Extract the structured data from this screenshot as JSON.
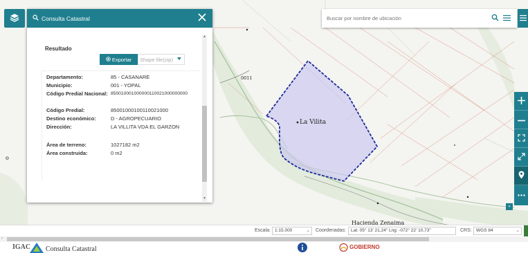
{
  "panel": {
    "title": "Consulta Catastral",
    "result_title": "Resultado",
    "export_label": "Exportar",
    "format_selected": "Shape file(zip)",
    "rows": [
      {
        "key": "Departamento:",
        "value": "85 - CASANARE"
      },
      {
        "key": "Municipio:",
        "value": "001 - YOPAL"
      },
      {
        "key": "Código Predial Nacional:",
        "value": "850010001000000110021000000000"
      },
      {
        "key": "Código Predial:",
        "value": "85001000100110021000"
      },
      {
        "key": "Destino económico:",
        "value": "D - AGROPECUARIO"
      },
      {
        "key": "Dirección:",
        "value": "LA VILLITA VDA EL GARZON"
      },
      {
        "key": "Área de terreno:",
        "value": "1027182 m2"
      },
      {
        "key": "Área construida:",
        "value": "0 m2"
      }
    ]
  },
  "search": {
    "placeholder": "Buscar por nombre de ubicación"
  },
  "map": {
    "labels": {
      "parcel": "La Vilita",
      "road": "0011",
      "hacienda": "Hacienda Zenaima",
      "edge": "o"
    },
    "parcel_color": "#1e2a9c",
    "parcel_fill": "#c9c6f0"
  },
  "status": {
    "scale_label": "Escala:",
    "scale_value": "1:15.000",
    "coord_label": "Coordenadas:",
    "coord_value": "Lat: 05° 13' 21,24\" Lng: -072° 22' 10,73\"",
    "crs_label": "CRS:",
    "crs_value": "WGS 84"
  },
  "footer": {
    "igac": "IGAC",
    "title": "Consulta Catastral",
    "gobierno": "GOBIERNO"
  },
  "colors": {
    "accent": "#1f7f8f"
  },
  "icons": {
    "layers": "layers-icon",
    "search": "search-icon",
    "close": "close-icon",
    "menu": "menu-icon",
    "zoom_in": "plus-icon",
    "zoom_out": "minus-icon",
    "extent": "extent-icon",
    "fullscreen": "fullscreen-icon",
    "location": "location-pin-icon",
    "more": "more-icon",
    "info": "info-icon"
  }
}
